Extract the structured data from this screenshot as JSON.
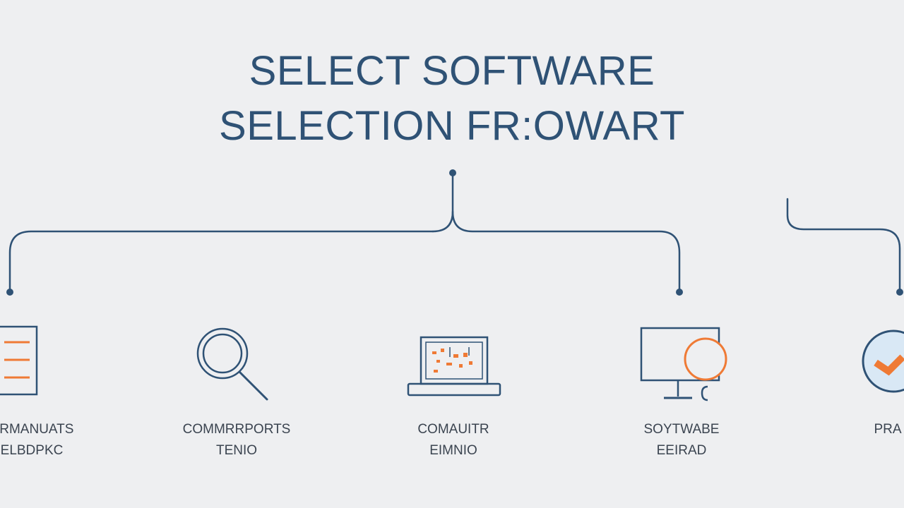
{
  "title": {
    "line1": "SELECT SOFTWARE",
    "line2": "SELECTION FR:OWART"
  },
  "colors": {
    "background": "#eeeff1",
    "title": "#2f5275",
    "line": "#2f5275",
    "accent": "#ef7a35",
    "circle_fill": "#d9e8f5",
    "label": "#3b4450"
  },
  "nodes": [
    {
      "icon": "checklist-icon",
      "label_line1": "CRMANUATS",
      "label_line2": "ELBDPKC"
    },
    {
      "icon": "magnifier-icon",
      "label_line1": "COMMRRPORTS",
      "label_line2": "TENIO"
    },
    {
      "icon": "laptop-icon",
      "label_line1": "COMAUITR",
      "label_line2": "EIMNIO"
    },
    {
      "icon": "monitor-icon",
      "label_line1": "SOYTWABE",
      "label_line2": "EEIRAD"
    },
    {
      "icon": "check-circle-icon",
      "label_line1": "PRA",
      "label_line2": ""
    }
  ]
}
